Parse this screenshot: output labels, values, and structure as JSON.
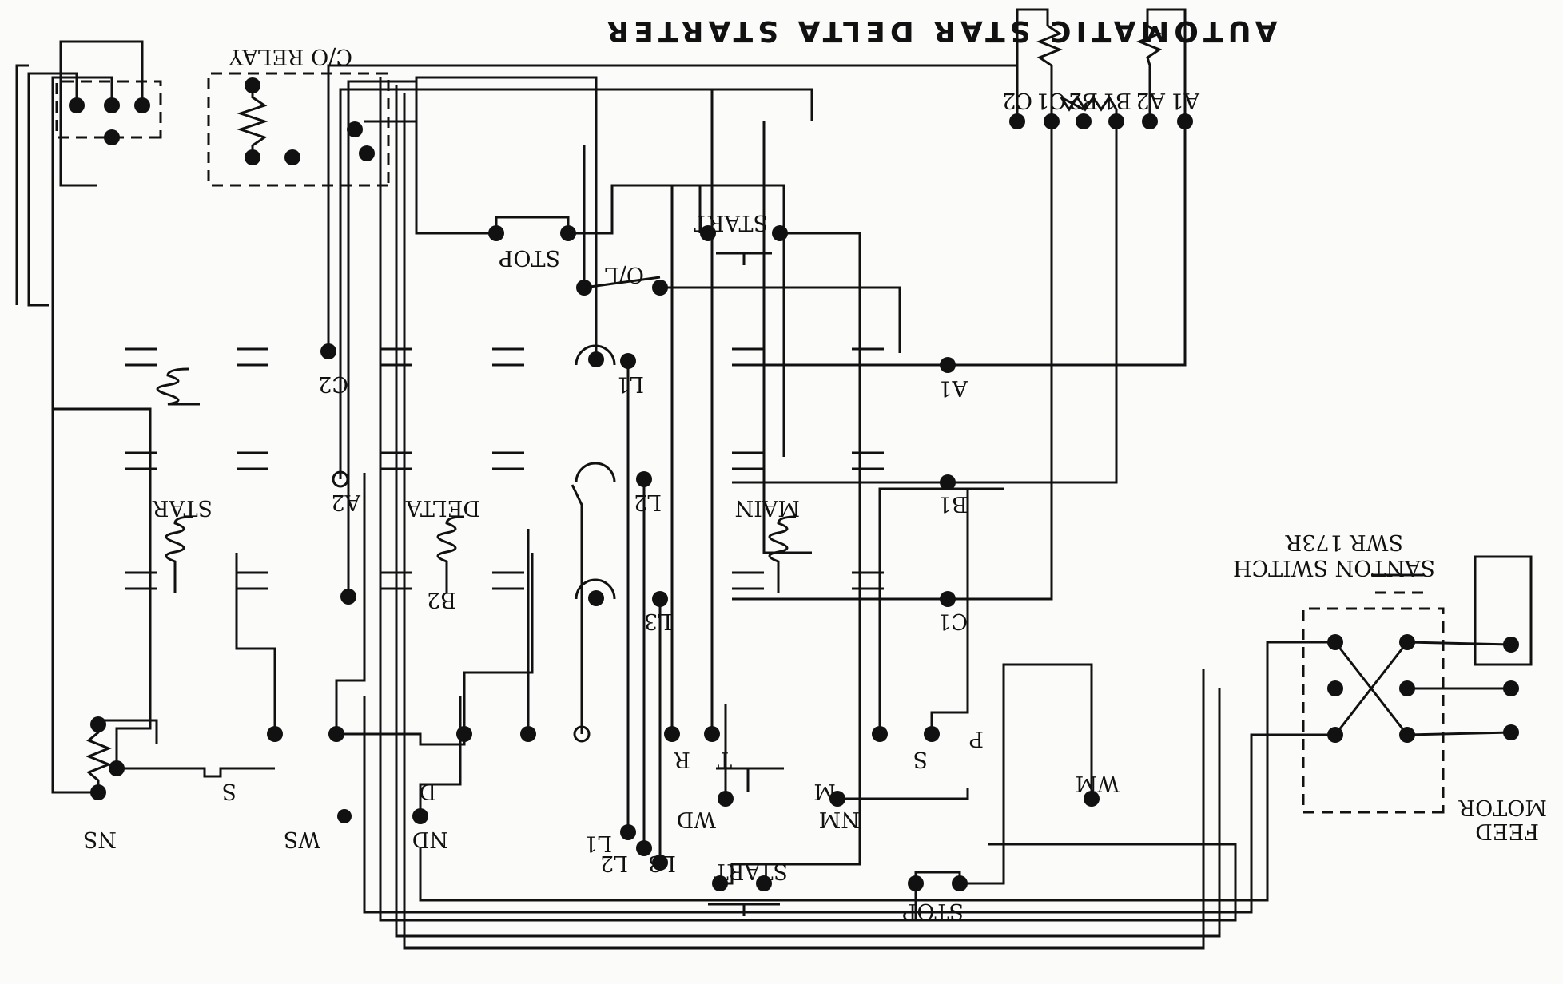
{
  "title": "AUTOMATIC STAR DELTA STARTER",
  "relay_label": "C/O RELAY",
  "contactors": {
    "star": "STAR",
    "delta": "DELTA",
    "main": "MAIN"
  },
  "buttons": {
    "stop": "STOP",
    "start": "START",
    "overload": "O/L"
  },
  "santon_switch": {
    "line1": "SANTON SWITCH",
    "line2": "SWR 173R"
  },
  "feed_motor": {
    "line1": "FEED",
    "line2": "MOTOR"
  },
  "motor_terminals": [
    "A1",
    "A2",
    "B1",
    "B2",
    "C1",
    "C2"
  ],
  "line_terminals": [
    "L1",
    "L2",
    "L3"
  ],
  "contactor_terminals": [
    "C2",
    "A2",
    "B2",
    "A1",
    "B1",
    "C1"
  ],
  "lower_row_letters": [
    "S",
    "D",
    "R",
    "T",
    "M",
    "S",
    "P"
  ],
  "lower_terminals": [
    "NS",
    "WS",
    "ND",
    "WD",
    "NM",
    "WM"
  ]
}
